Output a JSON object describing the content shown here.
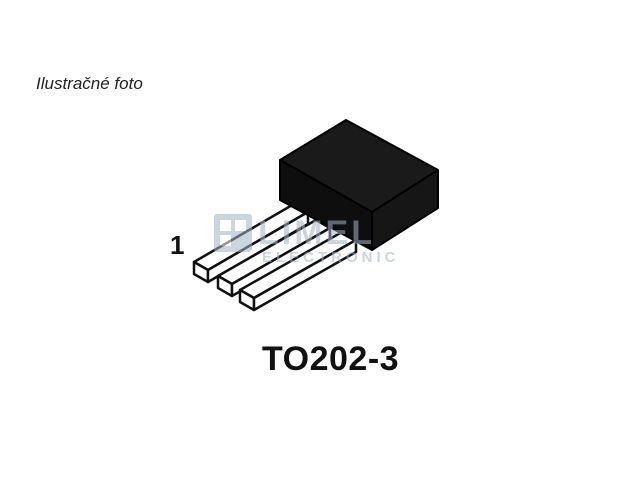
{
  "caption": "Ilustračné foto",
  "pin_label": "1",
  "package_name": "TO202-3",
  "watermark": {
    "line1": "LIMEL",
    "line2": "ELECTRONIC"
  },
  "colors": {
    "package_body": "#141414",
    "lead_outline": "#111111",
    "lead_fill": "#ffffff",
    "watermark": "#9fb4c8"
  }
}
